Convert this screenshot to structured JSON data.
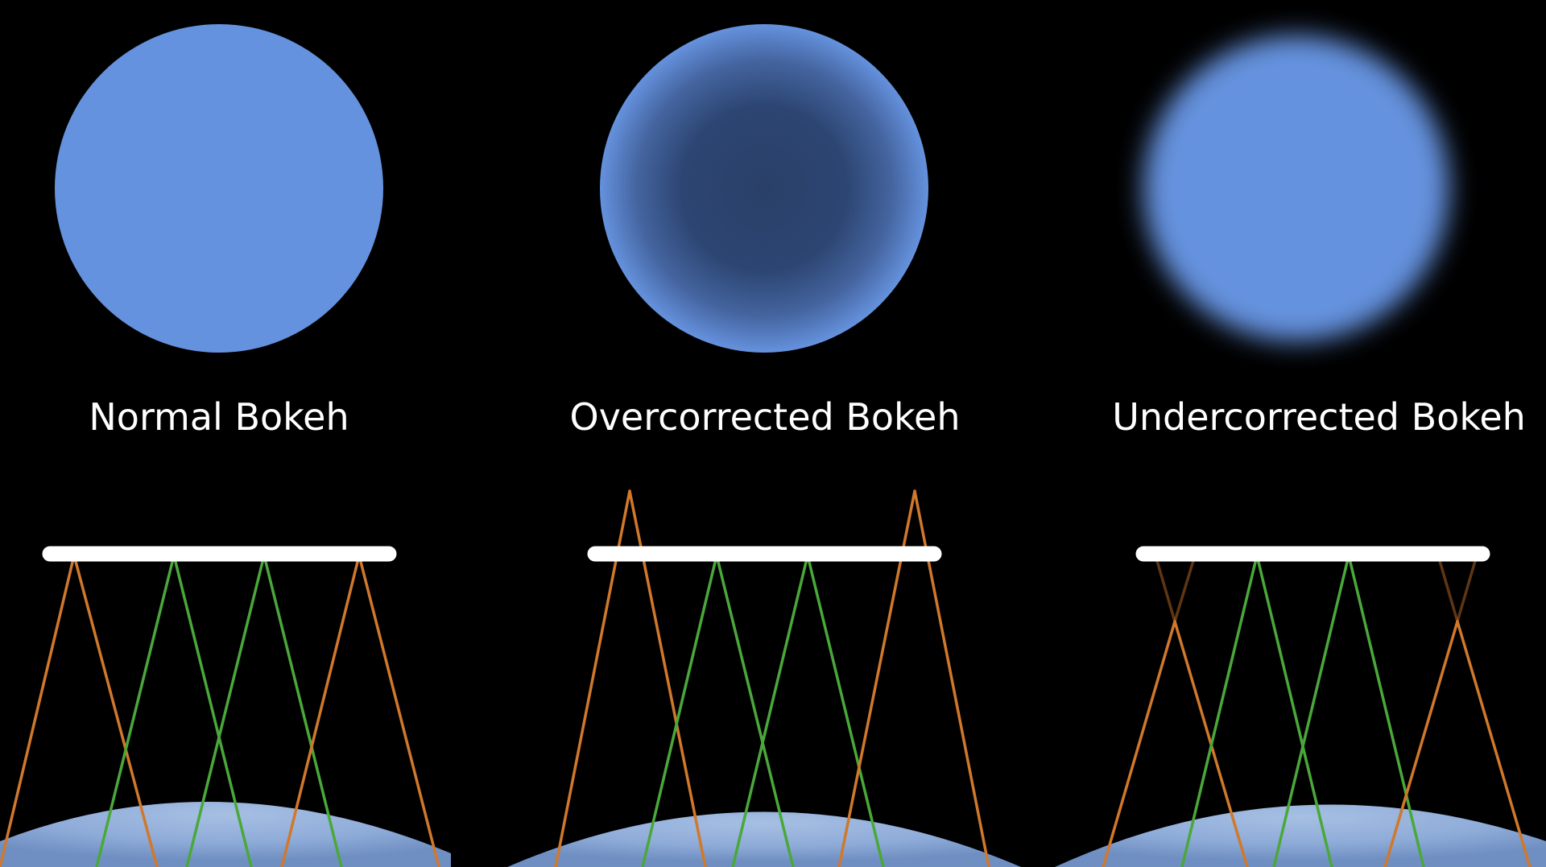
{
  "panels": [
    {
      "id": "normal",
      "label": "Normal Bokeh"
    },
    {
      "id": "overcorrected",
      "label": "Overcorrected Bokeh"
    },
    {
      "id": "undercorrected",
      "label": "Undercorrected Bokeh"
    }
  ],
  "colors": {
    "background": "#000000",
    "disc": "#6592de",
    "disc_dark": "#2b4470",
    "sensor_bar": "#ffffff",
    "edge_rays": "#d0782c",
    "center_rays": "#4aa83a",
    "lens": "#9cb6de"
  }
}
